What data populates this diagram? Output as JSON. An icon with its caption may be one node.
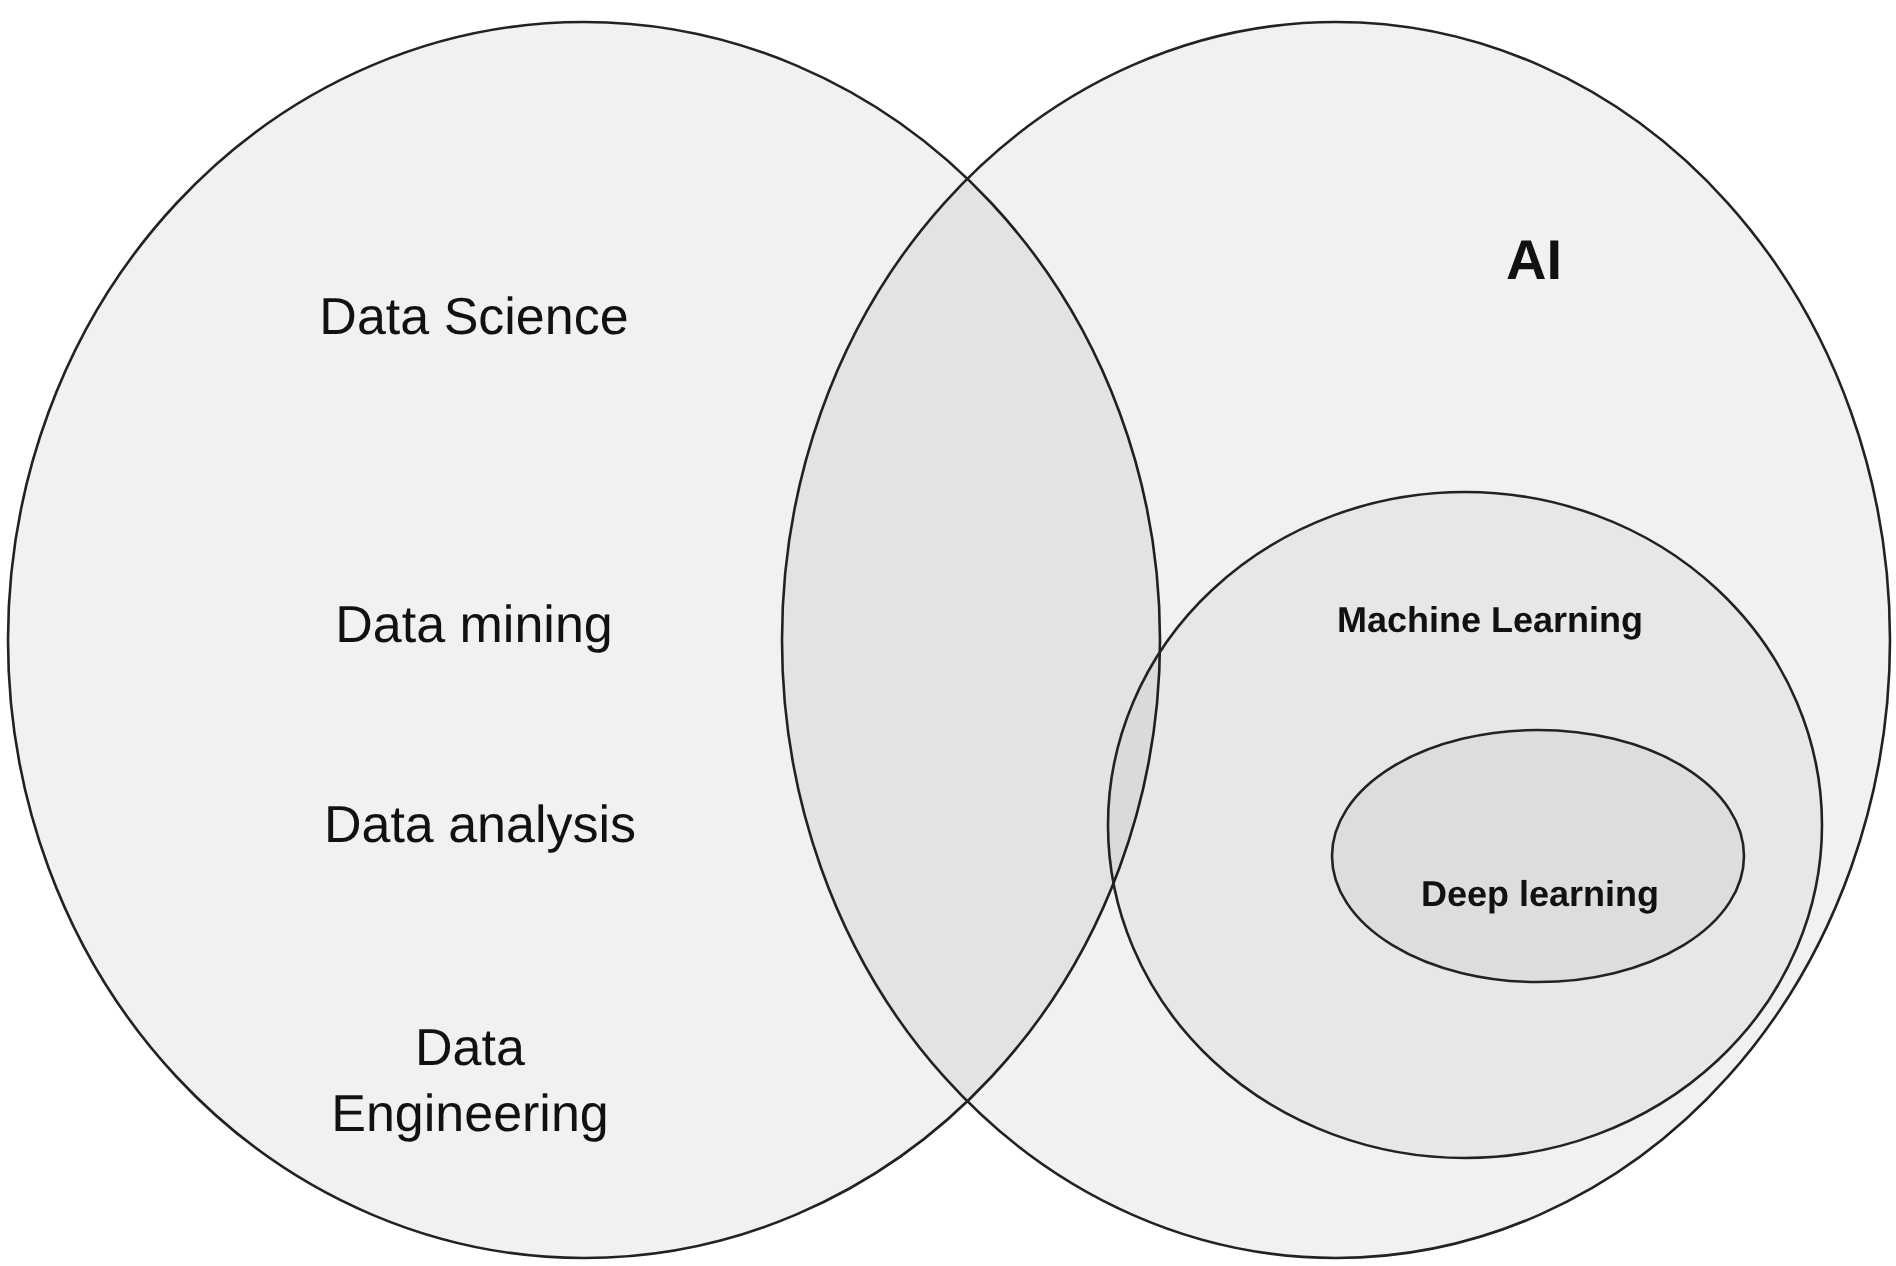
{
  "diagram": {
    "nodes": [
      {
        "text": [
          "Data Science",
          "Data mining",
          "Data analysis",
          "Data Engineering"
        ]
      },
      {
        "text": [
          "AI"
        ]
      },
      {
        "text": [
          "Machine Learning"
        ],
        "in": 1
      },
      {
        "text": [
          "Deep learning"
        ],
        "in": 2
      }
    ]
  }
}
